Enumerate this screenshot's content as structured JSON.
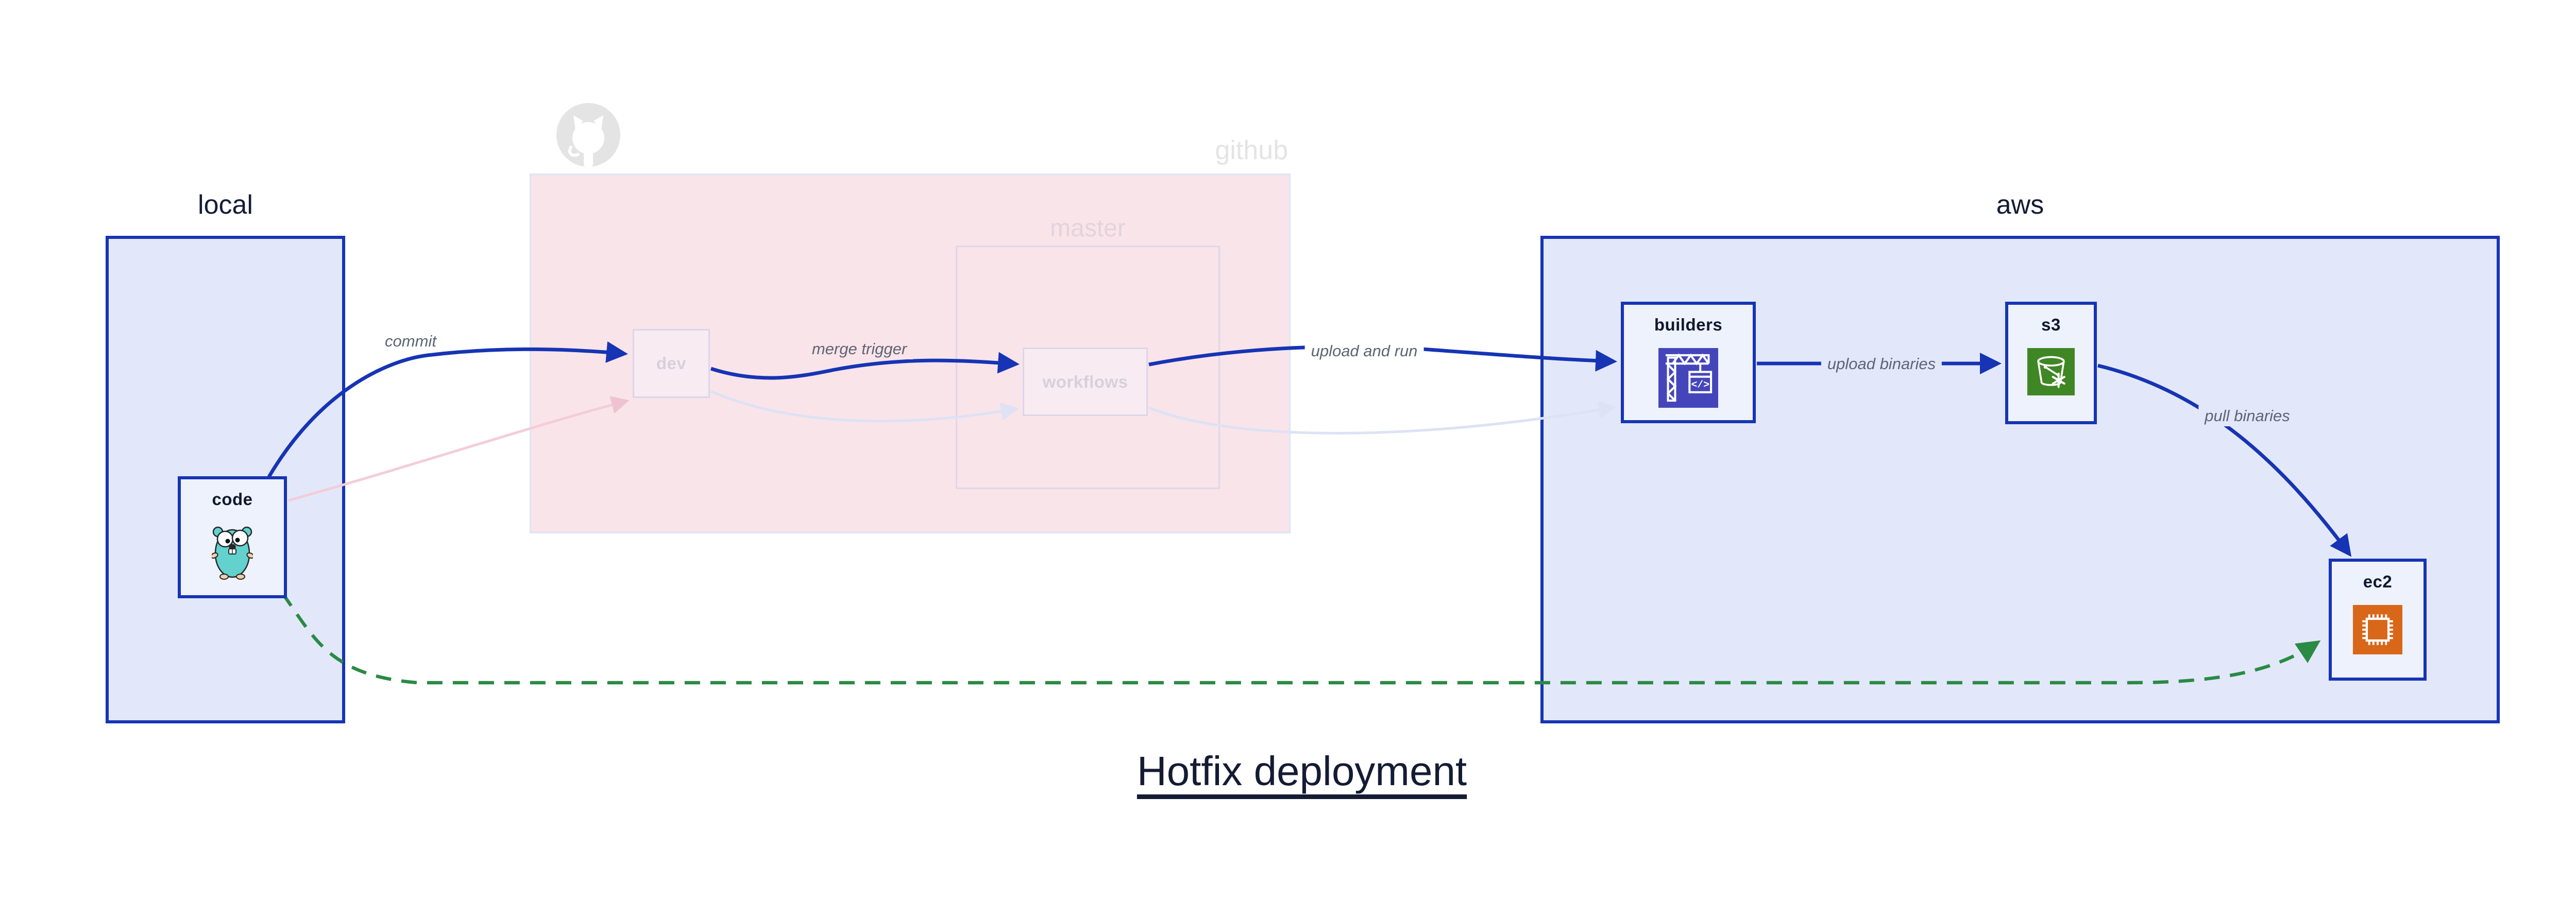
{
  "diagram": {
    "title": "Hotfix deployment",
    "groups": {
      "local": {
        "label": "local"
      },
      "github": {
        "label": "github",
        "master": {
          "label": "master"
        }
      },
      "aws": {
        "label": "aws"
      }
    },
    "nodes": {
      "code": {
        "label": "code",
        "icon": "go-gopher-icon"
      },
      "dev": {
        "label": "dev"
      },
      "workflows": {
        "label": "workflows"
      },
      "builders": {
        "label": "builders",
        "icon": "codebuild-crane-icon",
        "icon_glyph": "</>"
      },
      "s3": {
        "label": "s3",
        "icon": "s3-bucket-icon"
      },
      "ec2": {
        "label": "ec2",
        "icon": "ec2-chip-icon"
      }
    },
    "edges": {
      "commit": {
        "label": "commit"
      },
      "merge_trigger": {
        "label": "merge trigger"
      },
      "upload_and_run": {
        "label": "upload and run"
      },
      "upload_binaries": {
        "label": "upload binaries"
      },
      "pull_binaries": {
        "label": "pull binaries"
      }
    },
    "colors": {
      "primary_blue": "#1634b4",
      "panel_fill": "#e2e8fa",
      "node_fill": "#eef2fc",
      "github_pink": "#f9e4ea",
      "faded_lavender": "#dde2f4",
      "faded_pink": "#f3cdd9",
      "hotfix_green": "#2b8a44",
      "codebuild_purple": "#4545bb",
      "s3_green": "#3f8624",
      "ec2_orange": "#d9671a",
      "octocat_gray": "#e4e4e4"
    }
  }
}
